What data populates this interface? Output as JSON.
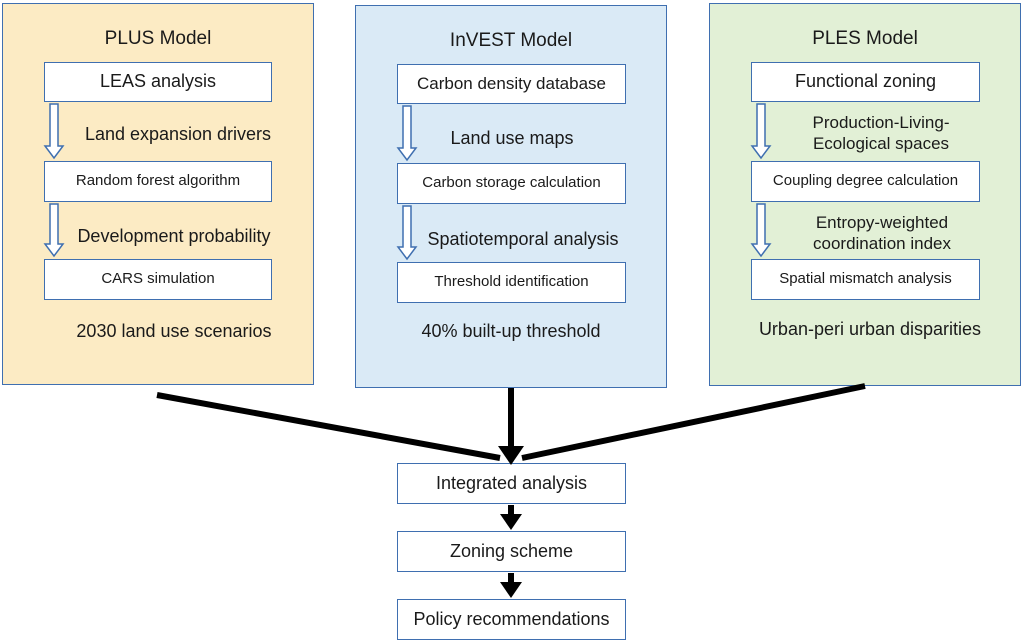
{
  "panels": [
    {
      "title": "PLUS Model",
      "fill": "#fcebc4",
      "boxes": [
        "LEAS analysis",
        "Random forest algorithm",
        "CARS simulation"
      ],
      "steps": [
        "Land expansion drivers",
        "Development probability"
      ],
      "output": "2030 land use scenarios"
    },
    {
      "title": "InVEST Model",
      "fill": "#daeaf6",
      "boxes": [
        "Carbon density database",
        "Carbon storage calculation",
        "Threshold identification"
      ],
      "steps": [
        "Land use maps",
        "Spatiotemporal analysis"
      ],
      "output": "40% built-up threshold"
    },
    {
      "title": "PLES Model",
      "fill": "#e2f0d6",
      "boxes": [
        "Functional zoning",
        "Coupling degree calculation",
        "Spatial mismatch analysis"
      ],
      "steps": [
        "Production-Living-Ecological spaces",
        "Entropy-weighted coordination index"
      ],
      "output": "Urban-peri urban disparities"
    }
  ],
  "flow": [
    "Integrated analysis",
    "Zoning scheme",
    "Policy recommendations"
  ],
  "colors": {
    "border": "#3f6fb0",
    "arrow": "#000000"
  }
}
